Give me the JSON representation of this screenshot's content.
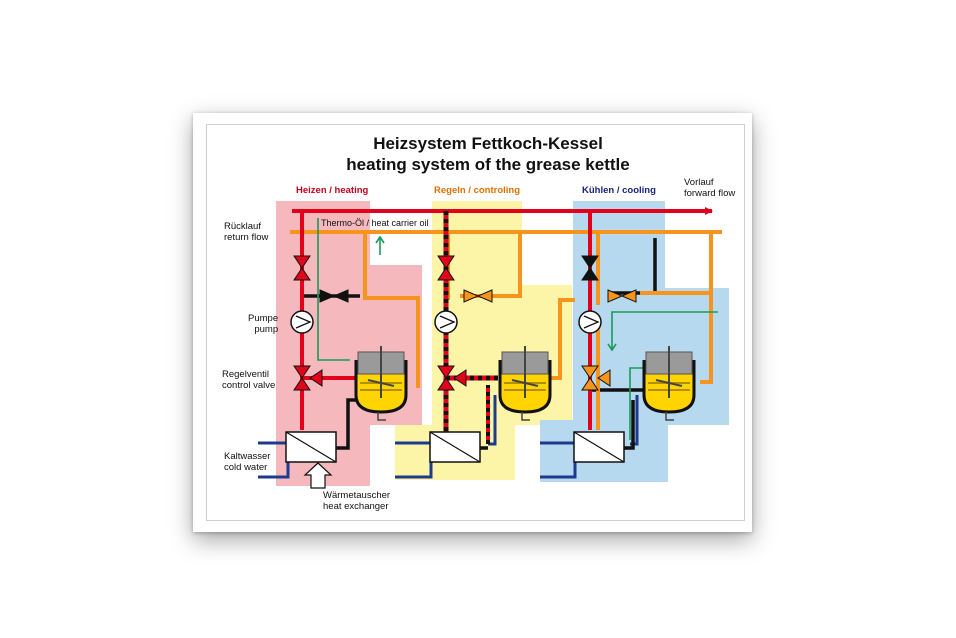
{
  "title": {
    "line1": "Heizsystem Fettkoch-Kessel",
    "line2": "heating system of the grease kettle"
  },
  "sections": {
    "heating": {
      "label": "Heizen / heating",
      "color": "#c8001e"
    },
    "controlling": {
      "label": "Regeln / controling",
      "color": "#e07000"
    },
    "cooling": {
      "label": "Kühlen / cooling",
      "color": "#1a237e"
    }
  },
  "labels": {
    "forward_flow": [
      "Vorlauf",
      "forward flow"
    ],
    "return_flow": [
      "Rücklauf",
      "return flow"
    ],
    "carrier_oil": "Thermo-Öl / heat carrier oil",
    "pump": [
      "Pumpe",
      "pump"
    ],
    "control_valve": [
      "Regelventil",
      "control valve"
    ],
    "cold_water": [
      "Kaltwasser",
      "cold water"
    ],
    "heat_exchanger": [
      "Wärmetauscher",
      "heat exchanger"
    ]
  },
  "colors": {
    "forward_pipe": "#e3001b",
    "return_pipe": "#f7941d",
    "cold_water_pipe": "#1d3a8f",
    "control_line": "#1a9a5a",
    "zone_heating": "#f4b8bd",
    "zone_controlling": "#fcf5a8",
    "zone_cooling": "#b6d9ef",
    "kettle_fill": "#ffd400"
  }
}
